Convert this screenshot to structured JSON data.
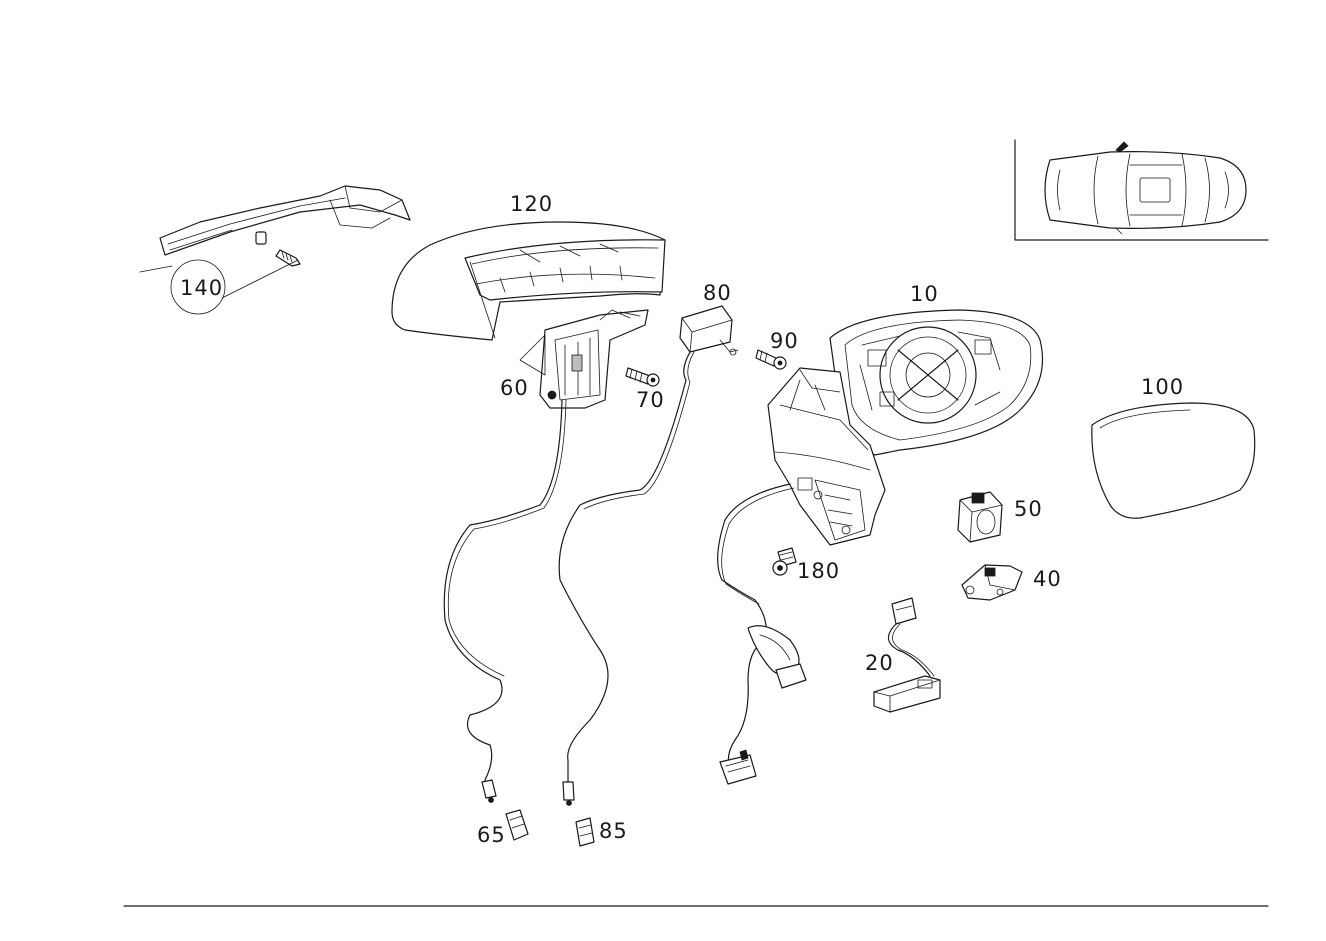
{
  "callouts": {
    "p10": "10",
    "p20": "20",
    "p40": "40",
    "p50": "50",
    "p60": "60",
    "p65": "65",
    "p70": "70",
    "p80": "80",
    "p85": "85",
    "p90": "90",
    "p100": "100",
    "p120": "120",
    "p140": "140",
    "p180": "180"
  },
  "colors": {
    "line": "#1a1a1a",
    "background": "#ffffff"
  }
}
